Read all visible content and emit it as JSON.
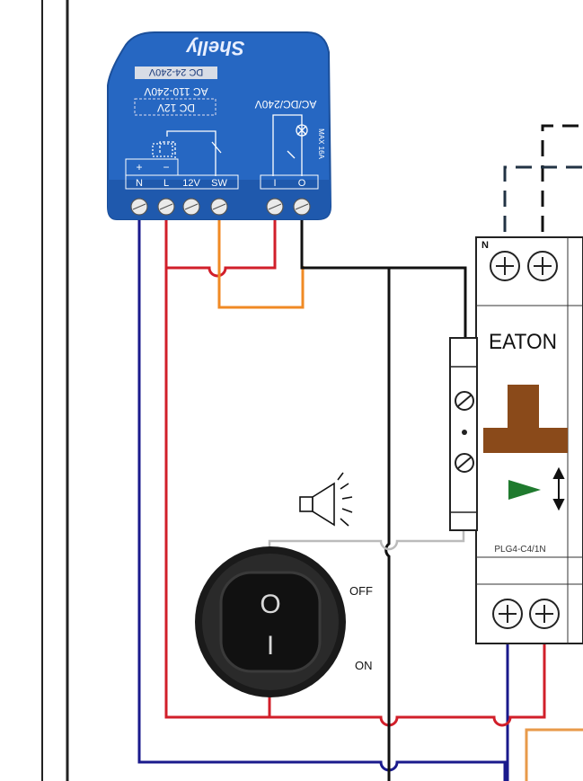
{
  "relay": {
    "brand": "Shelly",
    "rating_dc": "DC 24-240V",
    "rating_ac": "AC 110-240V",
    "rating_dc12": "DC 12V",
    "output_rating": "AC/DC/240V",
    "max_current": "MAX 16A",
    "plus_mark": "+",
    "minus_mark": "−",
    "terminals": {
      "n": "N",
      "l": "L",
      "v12": "12V",
      "sw": "SW",
      "i": "I",
      "o": "O"
    }
  },
  "breaker": {
    "brand": "EATON",
    "model": "PLG4-C4/1N",
    "top_label": "N",
    "colors": {
      "body": "#ffffff",
      "handle": "#8a4a1a",
      "indicator": "#1f7a2e"
    }
  },
  "switch": {
    "off_label": "OFF",
    "on_label": "ON",
    "off_symbol": "O",
    "on_symbol": "I"
  },
  "icons": {
    "horn": "horn-icon"
  },
  "colors": {
    "neutral": "#1a1a8c",
    "live": "#d11f2a",
    "switch_wire": "#f08a24",
    "output": "#111111",
    "aux": "#bbbbbb",
    "relay_body": "#2667c2"
  }
}
